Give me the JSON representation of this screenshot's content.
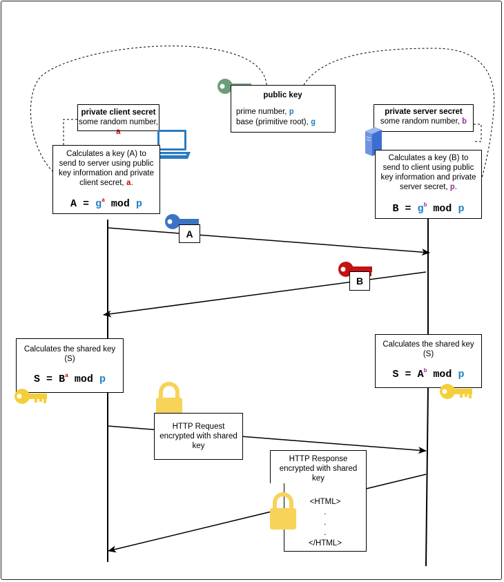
{
  "public_key": {
    "title": "public key",
    "line1": "prime number,",
    "line1_var": "p",
    "line2": "base (primitive root),",
    "line2_var": "g"
  },
  "client_secret": {
    "title": "private client secret",
    "line": "some random number,",
    "var": "a"
  },
  "server_secret": {
    "title": "private server secret",
    "line": "some random number,",
    "var": "b"
  },
  "client_calc": {
    "l1": "Calculates a key (A)  to",
    "l2": "send to server using public",
    "l3": "key information and private",
    "l4": "client secret,",
    "var": "a",
    "dot": ".",
    "f_lhs": "A",
    "f_eq": "=",
    "f_g": "g",
    "f_exp": "a",
    "f_mod": "mod",
    "f_p": "p"
  },
  "server_calc": {
    "l1": "Calculates a key (B)  to",
    "l2": "send to client using public",
    "l3": "key information and private",
    "l4": "server secret,",
    "var": "p",
    "dot": ".",
    "f_lhs": "B",
    "f_eq": "=",
    "f_g": "g",
    "f_exp": "b",
    "f_mod": "mod",
    "f_p": "p"
  },
  "msg_a": "A",
  "msg_b": "B",
  "client_shared": {
    "l1": "Calculates the shared key",
    "l2": "(S)",
    "f_lhs": "S",
    "f_eq": "=",
    "f_base": "B",
    "f_exp": "a",
    "f_mod": "mod",
    "f_p": "p"
  },
  "server_shared": {
    "l1": "Calculates the shared key",
    "l2": "(S)",
    "f_lhs": "S",
    "f_eq": "=",
    "f_base": "A",
    "f_exp": "b",
    "f_mod": "mod",
    "f_p": "p"
  },
  "http_request": {
    "l1": "HTTP Request",
    "l2": "encrypted with shared",
    "l3": "key"
  },
  "http_response": {
    "l1": "HTTP Response",
    "l2": "encrypted with shared",
    "l3": "key",
    "html_open": "<HTML>",
    "dot1": ".",
    "dot2": ".",
    "dot3": ".",
    "html_close": "</HTML>"
  },
  "colors": {
    "public_key_icon": "#6a9e78",
    "a_key_icon": "#3b73c4",
    "b_key_icon": "#c31212",
    "shared_key_icon": "#f5cf3a",
    "lock_icon": "#f7d35a",
    "laptop_icon": "#2a7bc0",
    "server_icon": "#3d6fd1"
  }
}
